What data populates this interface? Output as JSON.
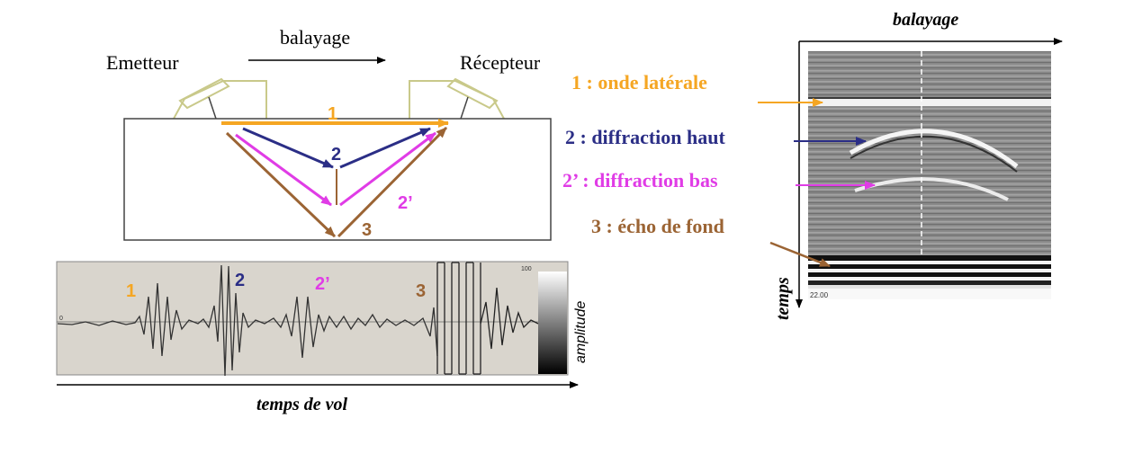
{
  "colors": {
    "orange": "#f5a623",
    "navy": "#2b2e86",
    "magenta": "#e03ce6",
    "brown": "#9b6434",
    "probe": "#c9c98a",
    "block_line": "#444444",
    "scope_bg": "#d9d5cd",
    "bscan_bg": "#8c8c8c"
  },
  "probe_diagram": {
    "emitter_label": "Emetteur",
    "receiver_label": "Récepteur",
    "scan_label": "balayage",
    "path_labels": {
      "lateral": "1",
      "diff_top": "2",
      "diff_bottom": "2’",
      "backwall": "3"
    }
  },
  "ascan": {
    "peak_labels": [
      "1",
      "2",
      "2’",
      "3"
    ],
    "amplitude_label": "amplitude",
    "time_axis_label": "temps de vol",
    "scale_top": "100",
    "scale_mid": "0"
  },
  "bscan": {
    "scan_axis_label": "balayage",
    "time_axis_label": "temps",
    "corner_value": "22.00"
  },
  "legend": [
    {
      "text": "1 : onde latérale",
      "color_key": "orange",
      "icon": "arrow-right"
    },
    {
      "text": "2 : diffraction haut",
      "color_key": "navy",
      "icon": "arrow-right"
    },
    {
      "text": "2’ : diffraction bas",
      "color_key": "magenta",
      "icon": "arrow-right"
    },
    {
      "text": "3 : écho de fond",
      "color_key": "brown",
      "icon": "arrow-diagonal"
    }
  ]
}
